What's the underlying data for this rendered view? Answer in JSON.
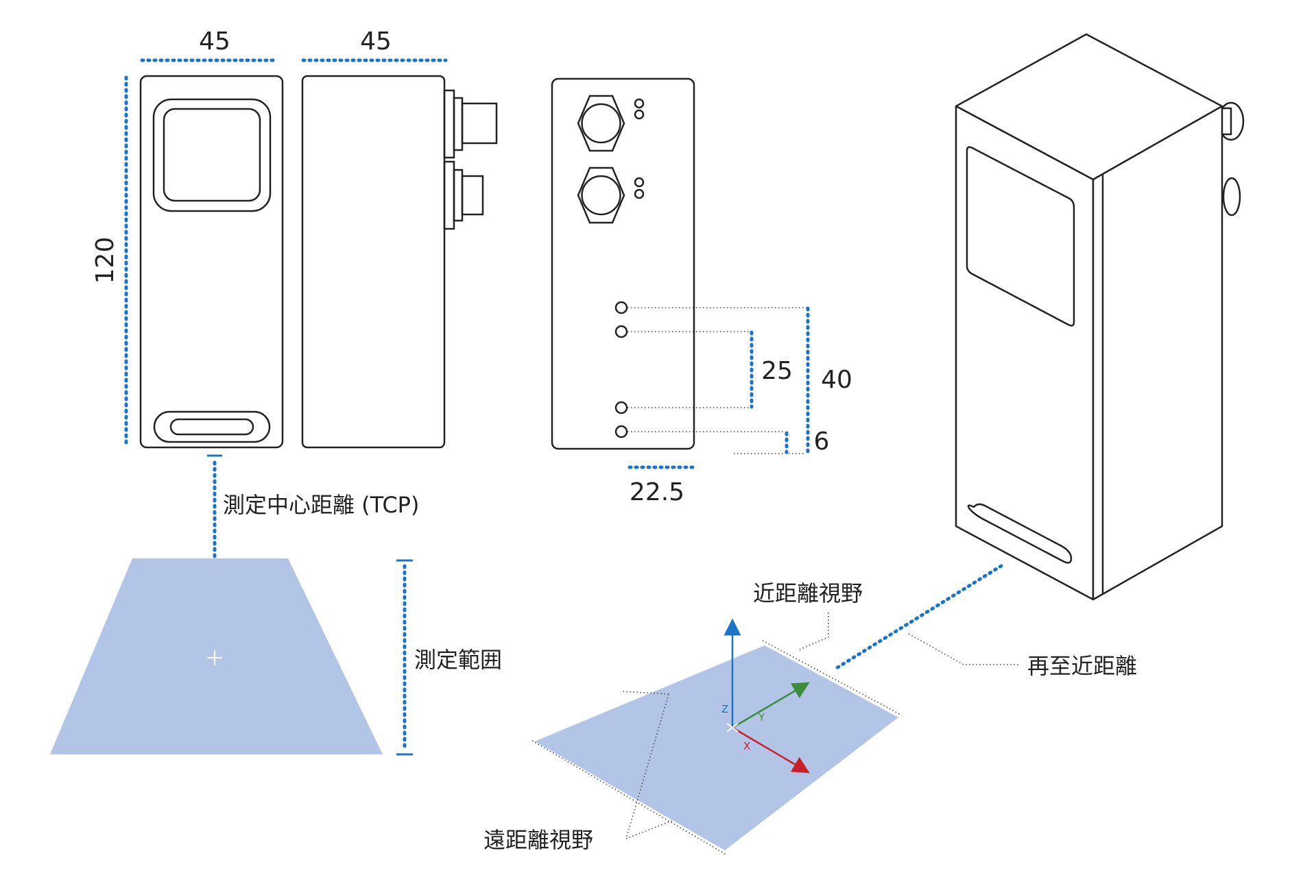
{
  "dimensions": {
    "width_front": "45",
    "width_side": "45",
    "height": "120",
    "hole_span_inner": "25",
    "hole_span_outer": "40",
    "hole_offset_bottom": "6",
    "hole_center_x": "22.5"
  },
  "labels": {
    "tcp": "測定中心距離 (TCP)",
    "measure_range": "測定範囲",
    "near_fov": "近距離視野",
    "far_fov": "遠距離視野",
    "nearest_distance": "再至近距離"
  },
  "axes": {
    "x": "X",
    "y": "Y",
    "z": "Z"
  },
  "colors": {
    "fov_fill": "#b3c5e6",
    "dimension_dots": "#1a74c8",
    "axis_x": "#c8202b",
    "axis_y": "#3c8c3c",
    "axis_z": "#1a74c8"
  }
}
